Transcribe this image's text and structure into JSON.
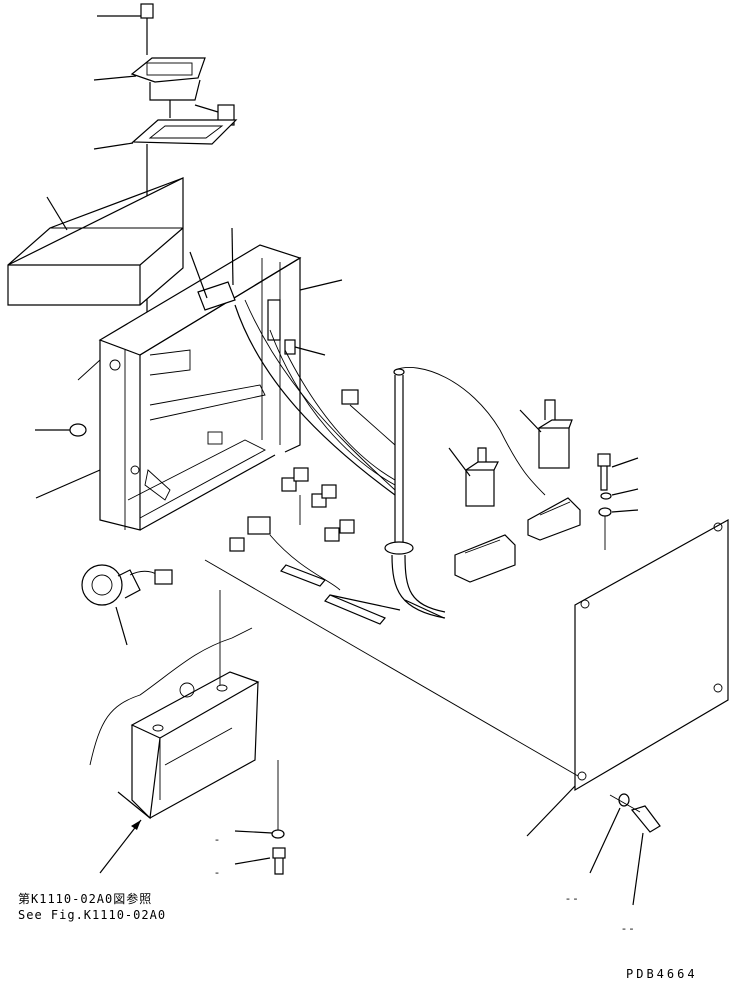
{
  "reference_note": {
    "line_jp": "第K1110-02A0図参照",
    "line_en": "See Fig.K1110-02A0"
  },
  "drawing_code": "PDB4664",
  "blank_marks": [
    "-",
    "-",
    "- -",
    "- -"
  ]
}
